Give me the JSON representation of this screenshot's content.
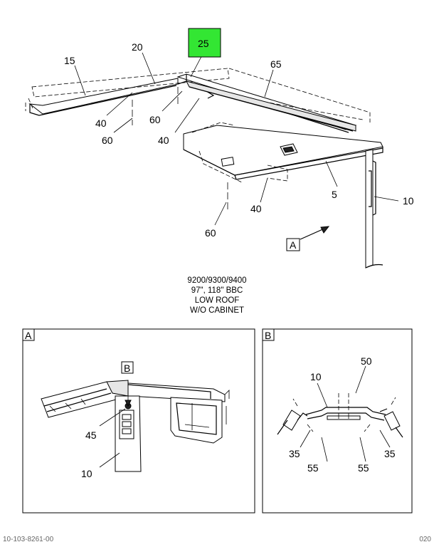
{
  "colors": {
    "highlight": "#33e633",
    "line": "#000000",
    "background": "#ffffff"
  },
  "callouts": {
    "c15": "15",
    "c20": "20",
    "c25": "25",
    "c65": "65",
    "c40a": "40",
    "c60a": "60",
    "c60b": "60",
    "c40b": "40",
    "c5": "5",
    "c10": "10",
    "c40c": "40",
    "c60c": "60",
    "viewA": "A"
  },
  "caption": {
    "line1": "9200/9300/9400",
    "line2": "97\", 118\" BBC",
    "line3": "LOW ROOF",
    "line4": "W/O CABINET"
  },
  "detail_a": {
    "label": "A",
    "ref_b": "B",
    "c45": "45",
    "c10": "10"
  },
  "detail_b": {
    "label": "B",
    "c10": "10",
    "c50": "50",
    "c35a": "35",
    "c35b": "35",
    "c55a": "55",
    "c55b": "55"
  },
  "footer": {
    "left": "10-103-8261-00",
    "right": "020"
  }
}
